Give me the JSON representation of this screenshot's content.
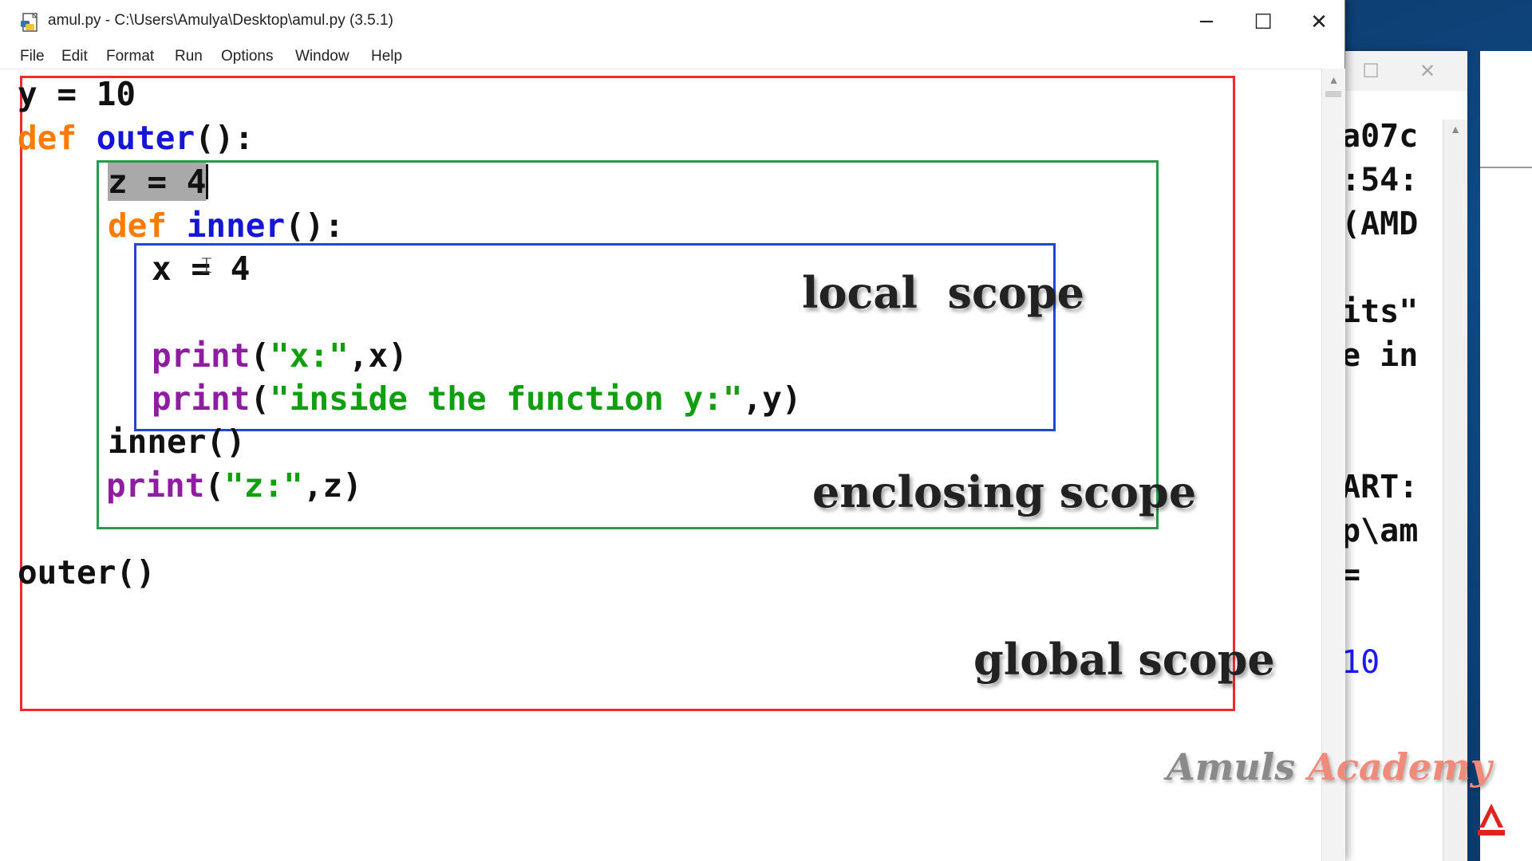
{
  "window": {
    "title": "amul.py - C:\\Users\\Amulya\\Desktop\\amul.py (3.5.1)",
    "controls": {
      "minimize": "─",
      "maximize": "☐",
      "close": "✕"
    }
  },
  "menu": [
    {
      "label": "File"
    },
    {
      "label": "Edit"
    },
    {
      "label": "Format"
    },
    {
      "label": "Run"
    },
    {
      "label": "Options"
    },
    {
      "label": "Window"
    },
    {
      "label": "Help"
    }
  ],
  "code": {
    "l1": {
      "text": "y = 10"
    },
    "l2": {
      "kw": "def",
      "name": "outer",
      "rest": "():"
    },
    "l3": {
      "sel": "z = 4"
    },
    "l4": {
      "kw": "def",
      "name": "inner",
      "rest": "():"
    },
    "l5": {
      "text": "x = 4"
    },
    "l6": {
      "fn": "print",
      "open": "(",
      "str": "\"x:\"",
      "rest": ",x)"
    },
    "l7": {
      "fn": "print",
      "open": "(",
      "str": "\"inside the function y:\"",
      "rest": ",y)"
    },
    "l8": {
      "text": "inner()"
    },
    "l9": {
      "fn": "print",
      "open": "(",
      "str": "\"z:\"",
      "rest": ",z)"
    },
    "l10": {
      "text": "outer()"
    }
  },
  "scopes": {
    "local": "local  scope",
    "enclosing": "enclosing scope",
    "global": "global scope",
    "colors": {
      "global": "#ee2c2c",
      "enclosing": "#2a9a4a",
      "local": "#2346cc"
    }
  },
  "shell": {
    "controls": {
      "maximize": "☐",
      "close": "✕"
    },
    "lines": [
      "a07c",
      ":54:",
      "(AMD",
      "",
      "its\"",
      "e in",
      "",
      "",
      "ART:",
      "p\\am",
      "=",
      "",
      "10"
    ]
  },
  "watermark": {
    "part1": "Amuls ",
    "part2": "Academy"
  },
  "colors": {
    "keyword": "#ff7a00",
    "function_name": "#1515d6",
    "builtin": "#8e1ea0",
    "string": "#119e11",
    "selection": "#a9a9a9",
    "shell_output": "#1a1aff"
  }
}
